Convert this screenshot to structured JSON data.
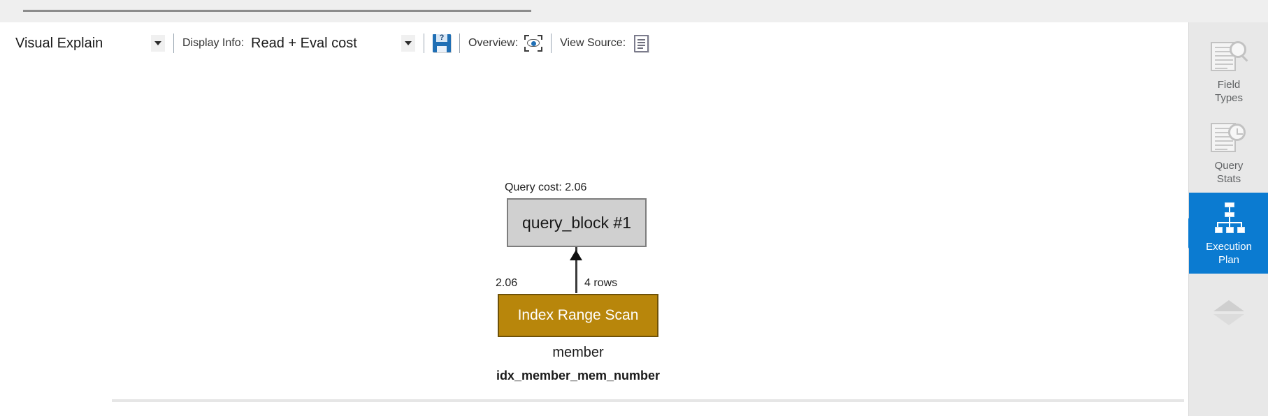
{
  "toolbar": {
    "mode_select": {
      "value": "Visual Explain",
      "icon": "chevron-down-icon"
    },
    "display_info": {
      "label": "Display Info:",
      "value": "Read + Eval cost",
      "icon": "chevron-down-icon"
    },
    "save_button": {
      "icon": "save-query-icon",
      "glyph": "?"
    },
    "overview": {
      "label": "Overview:",
      "icon": "eye-target-icon"
    },
    "view_source": {
      "label": "View Source:",
      "icon": "document-lines-icon"
    }
  },
  "diagram": {
    "query_cost_label": "Query cost: 2.06",
    "root_node": "query_block #1",
    "edge_cost": "2.06",
    "edge_rows": "4 rows",
    "scan_node": "Index Range Scan",
    "table_name": "member",
    "index_name": "idx_member_mem_number",
    "colors": {
      "root_fill": "#d0d0d0",
      "root_border": "#7d7d7d",
      "scan_fill": "#b8860b",
      "scan_border": "#6e5107",
      "scan_text": "#ffffff"
    }
  },
  "sidebar": {
    "accent": "#0b7bd1",
    "items": [
      {
        "label_line1": "Field",
        "label_line2": "Types",
        "icon": "field-types-icon",
        "active": false
      },
      {
        "label_line1": "Query",
        "label_line2": "Stats",
        "icon": "query-stats-icon",
        "active": false
      },
      {
        "label_line1": "Execution",
        "label_line2": "Plan",
        "icon": "execution-plan-icon",
        "active": true
      }
    ],
    "scroll_up_icon": "chevron-up-icon",
    "scroll_down_icon": "chevron-down-icon"
  }
}
